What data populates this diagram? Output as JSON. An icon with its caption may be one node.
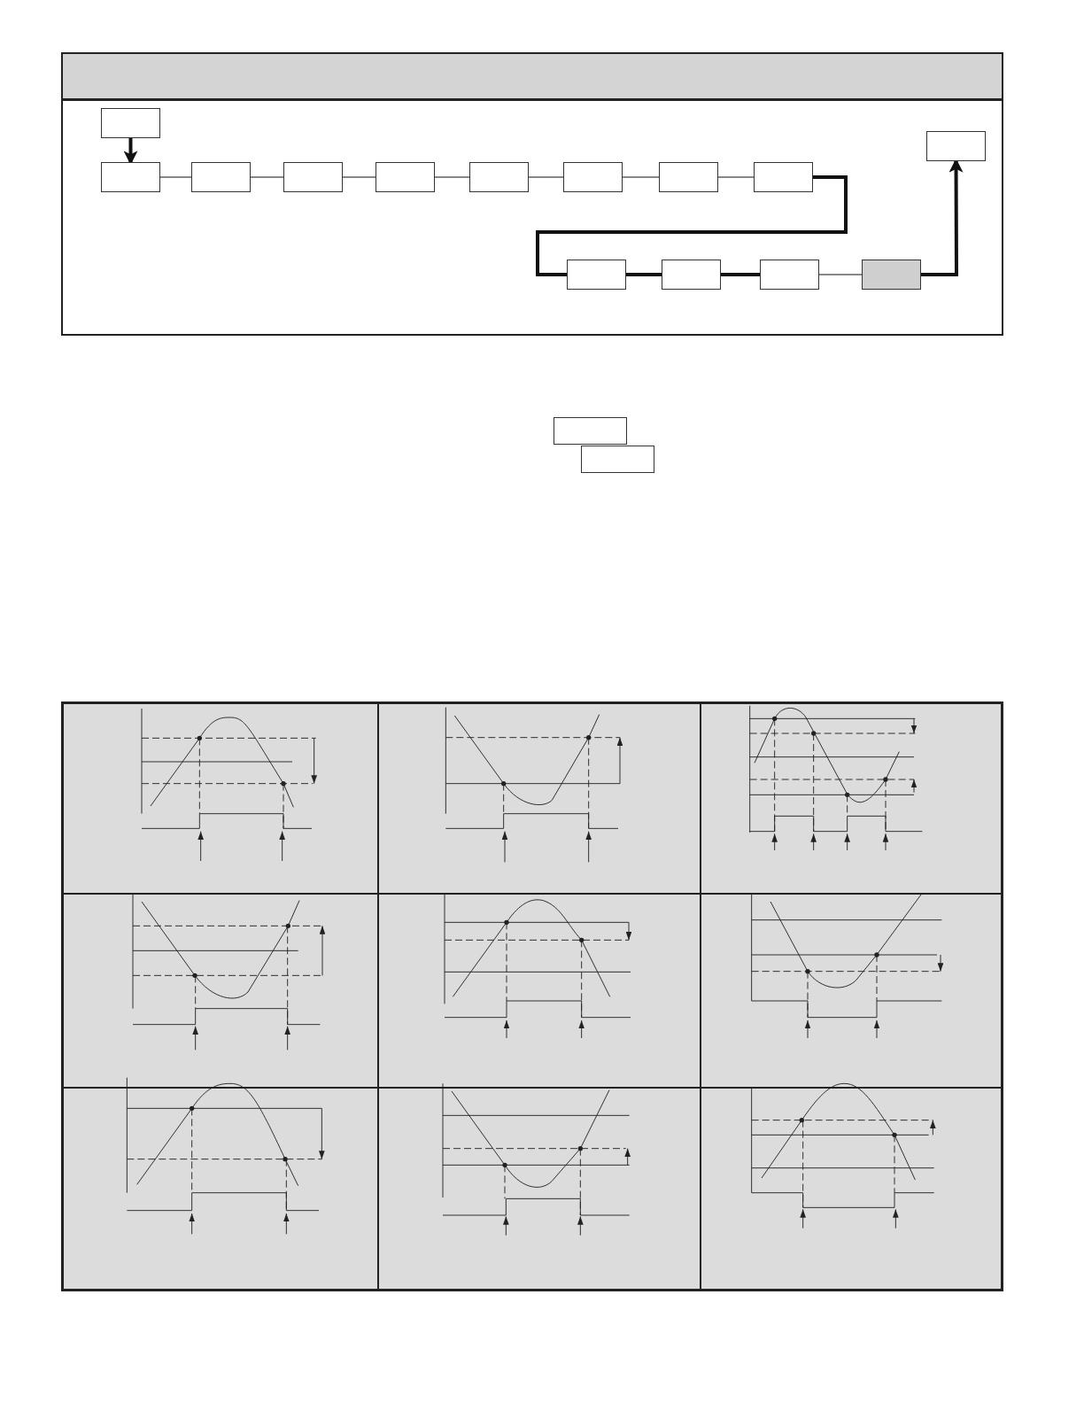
{
  "diagram": {
    "nodes": [
      {
        "text": [],
        "shape": "box"
      },
      {
        "text": [],
        "shape": "box"
      },
      {
        "text": [],
        "shape": "box"
      },
      {
        "text": [],
        "shape": "box"
      },
      {
        "text": [],
        "shape": "box"
      },
      {
        "text": [],
        "shape": "box"
      },
      {
        "text": [],
        "shape": "box"
      },
      {
        "text": [],
        "shape": "box"
      },
      {
        "text": [],
        "shape": "box"
      },
      {
        "text": [],
        "shape": "box"
      },
      {
        "text": [],
        "shape": "box"
      },
      {
        "text": [],
        "shape": "box"
      },
      {
        "text": [],
        "shape": "box"
      },
      {
        "text": [],
        "shape": "box"
      },
      {
        "text": [],
        "shape": "box"
      },
      {
        "text": [],
        "shape": "box"
      }
    ],
    "edges": [
      {
        "from": 0,
        "to": 1,
        "arrow": "to",
        "style": "thick"
      },
      {
        "from": 1,
        "to": 2,
        "arrow": "none"
      },
      {
        "from": 2,
        "to": 3,
        "arrow": "none"
      },
      {
        "from": 3,
        "to": 4,
        "arrow": "none"
      },
      {
        "from": 4,
        "to": 5,
        "arrow": "none"
      },
      {
        "from": 5,
        "to": 6,
        "arrow": "none"
      },
      {
        "from": 6,
        "to": 7,
        "arrow": "none"
      },
      {
        "from": 7,
        "to": 8,
        "arrow": "none"
      },
      {
        "from": 8,
        "to": 9,
        "arrow": "none",
        "style": "thick"
      },
      {
        "from": 9,
        "to": 10,
        "arrow": "none",
        "style": "thick"
      },
      {
        "from": 10,
        "to": 11,
        "arrow": "none",
        "style": "thick"
      },
      {
        "from": 11,
        "to": 12,
        "arrow": "none"
      },
      {
        "from": 12,
        "to": 13,
        "arrow": "to",
        "style": "thick"
      }
    ]
  }
}
